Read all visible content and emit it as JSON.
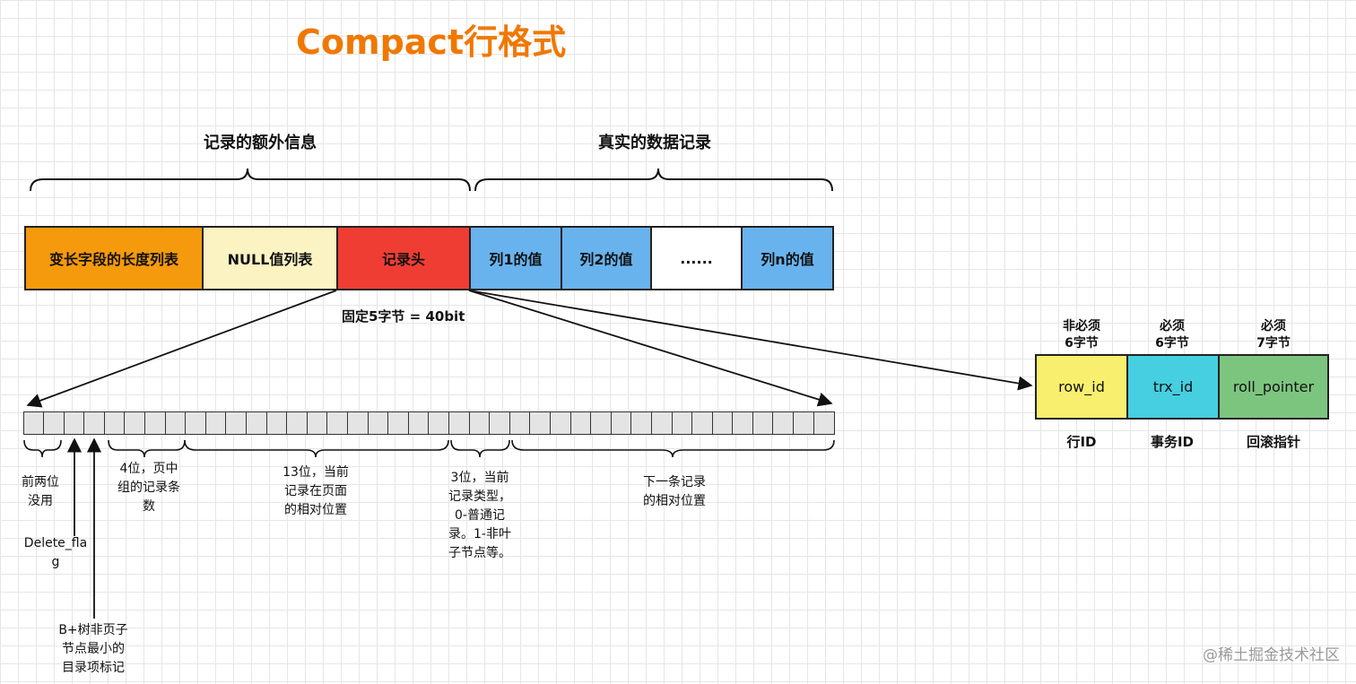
{
  "title": "Compact行格式",
  "sections": {
    "extra_info": "记录的额外信息",
    "real_data": "真实的数据记录"
  },
  "row_cells": [
    {
      "label": "变长字段的长度列表",
      "color": "#f49a0c"
    },
    {
      "label": "NULL值列表",
      "color": "#fbf3c2"
    },
    {
      "label": "记录头",
      "color": "#f03d33"
    },
    {
      "label": "列1的值",
      "color": "#68b3ee"
    },
    {
      "label": "列2的值",
      "color": "#68b3ee"
    },
    {
      "label": "......",
      "color": "#ffffff"
    },
    {
      "label": "列n的值",
      "color": "#68b3ee"
    }
  ],
  "header_size_note": "固定5字节 = 40bit",
  "header_bits": {
    "bit_count": 40,
    "notes": [
      {
        "lines": [
          "前两位",
          "没用"
        ]
      },
      {
        "lines": [
          "Delete_fla",
          "g"
        ]
      },
      {
        "lines": [
          "B+树非页子",
          "节点最小的",
          "目录项标记"
        ]
      },
      {
        "lines": [
          "4位，页中",
          "组的记录条",
          "数"
        ]
      },
      {
        "lines": [
          "13位，当前",
          "记录在页面",
          "的相对位置"
        ]
      },
      {
        "lines": [
          "3位，当前",
          "记录类型，",
          "0-普通记",
          "录。1-非叶",
          "子节点等。"
        ]
      },
      {
        "lines": [
          "下一条记录",
          "的相对位置"
        ]
      }
    ]
  },
  "hidden_columns": [
    {
      "requirement": [
        "非必须",
        "6字节"
      ],
      "name": "row_id",
      "description": "行ID",
      "color": "#f8ef6e"
    },
    {
      "requirement": [
        "必须",
        "6字节"
      ],
      "name": "trx_id",
      "description": "事务ID",
      "color": "#45cfe0"
    },
    {
      "requirement": [
        "必须",
        "7字节"
      ],
      "name": "roll_pointer",
      "description": "回滚指针",
      "color": "#7cc57f"
    }
  ],
  "watermark": "@稀土掘金技术社区",
  "colors": {
    "title": "#f07800",
    "stroke": "#222222",
    "bit_fill": "#e4e4e4"
  }
}
